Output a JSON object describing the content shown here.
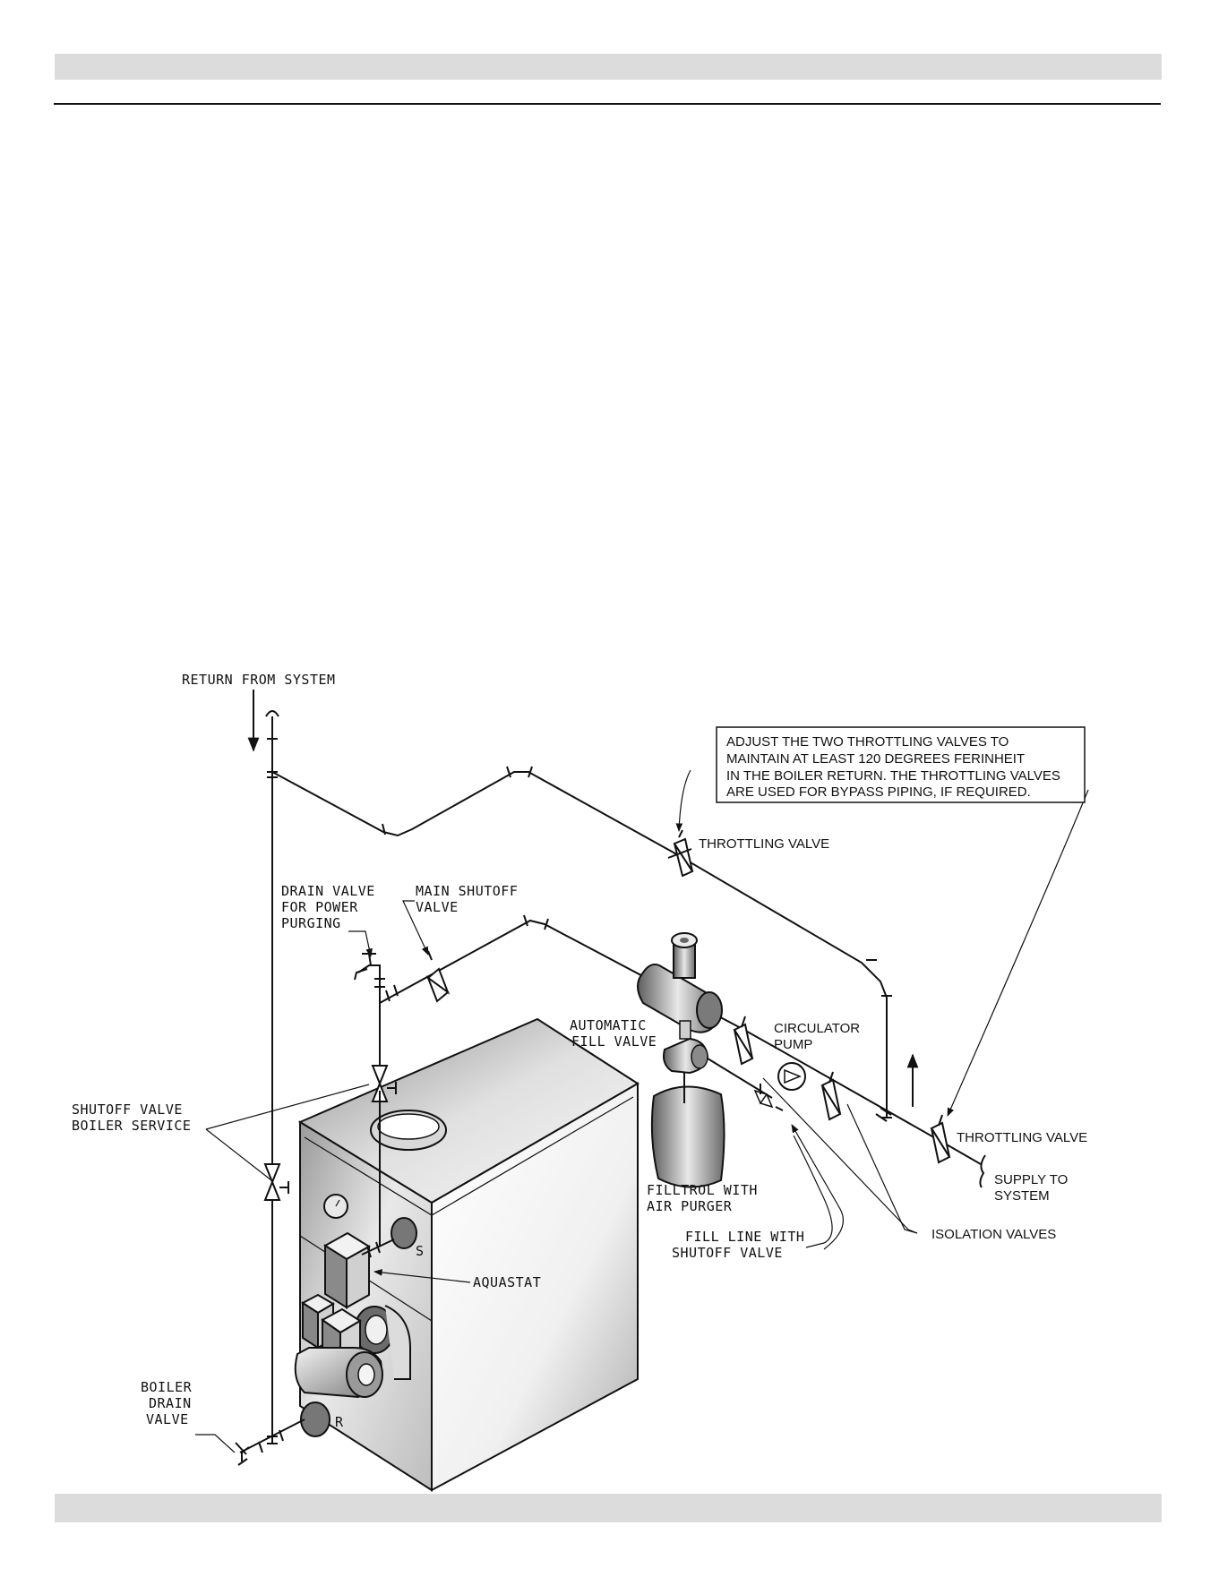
{
  "labels": {
    "return_from_system": "RETURN FROM SYSTEM",
    "note_line1": "ADJUST THE TWO THROTTLING VALVES TO",
    "note_line2": "MAINTAIN AT LEAST 120 DEGREES FERINHEIT",
    "note_line3": "IN THE BOILER RETURN. THE THROTTLING VALVES",
    "note_line4": "ARE USED FOR BYPASS PIPING, IF REQUIRED.",
    "throttling_valve_upper": "THROTTLING VALVE",
    "throttling_valve_lower": "THROTTLING VALVE",
    "drain_valve_1": "DRAIN VALVE",
    "drain_valve_2": "FOR POWER",
    "drain_valve_3": "PURGING",
    "main_shutoff_1": "MAIN SHUTOFF",
    "main_shutoff_2": "VALVE",
    "automatic_fill_1": "AUTOMATIC",
    "automatic_fill_2": "FILL VALVE",
    "circulator_1": "CIRCULATOR",
    "circulator_2": "PUMP",
    "shutoff_boiler_1": "SHUTOFF VALVE",
    "shutoff_boiler_2": "BOILER SERVICE",
    "filltrol_1": "FILLTROL WITH",
    "filltrol_2": "AIR PURGER",
    "supply_1": "SUPPLY TO",
    "supply_2": "SYSTEM",
    "isolation_valves": "ISOLATION VALVES",
    "fill_line_1": "FILL LINE WITH",
    "fill_line_2": "SHUTOFF VALVE",
    "aquastat": "AQUASTAT",
    "boiler_drain_1": "BOILER",
    "boiler_drain_2": "DRAIN",
    "boiler_drain_3": "VALVE",
    "gauge_s": "S",
    "gauge_r": "R"
  },
  "colors": {
    "band": "#dcdcdc",
    "ink": "#111111",
    "boiler_light": "#f4f4f4",
    "boiler_shade": "#9a9a9a"
  }
}
